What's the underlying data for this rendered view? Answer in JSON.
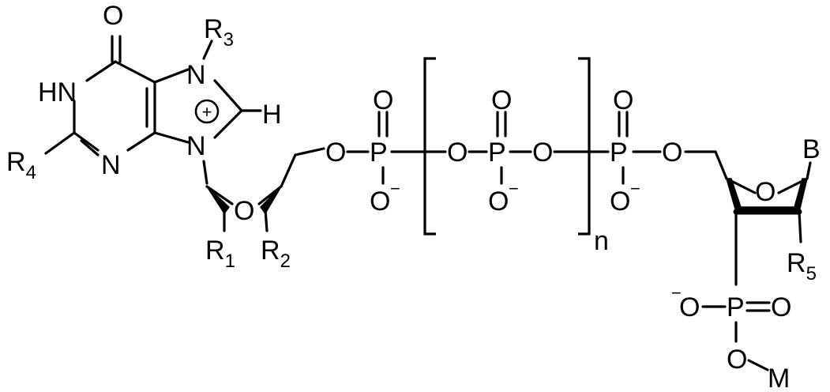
{
  "diagram": {
    "atoms": {
      "carbonyl_O": "O",
      "N1H": "HN",
      "N3": "N",
      "N7": "N",
      "N9": "N",
      "C8H": "H",
      "sugar1_O": "O",
      "sugar2_O": "O",
      "base_B": "B",
      "M": "M"
    },
    "substituents": {
      "R1": {
        "letter": "R",
        "index": "1"
      },
      "R2": {
        "letter": "R",
        "index": "2"
      },
      "R3": {
        "letter": "R",
        "index": "3"
      },
      "R4": {
        "letter": "R",
        "index": "4"
      },
      "R5": {
        "letter": "R",
        "index": "5"
      }
    },
    "charges": {
      "imidazolium": "+",
      "negative": "−"
    },
    "phosphates": [
      {
        "O_link_left": "O",
        "P": "P",
        "O_double": "O",
        "O_single": "O"
      },
      {
        "O_link_left": "O",
        "P": "P",
        "O_double": "O",
        "O_single": "O",
        "O_link_right": "O"
      },
      {
        "P": "P",
        "O_double": "O",
        "O_single": "O",
        "O_link_right": "O"
      }
    ],
    "phosphate_3prime": {
      "O_left": "O",
      "P": "P",
      "O_double": "O",
      "O_bottom": "O"
    },
    "repeat_subscript": "n"
  }
}
